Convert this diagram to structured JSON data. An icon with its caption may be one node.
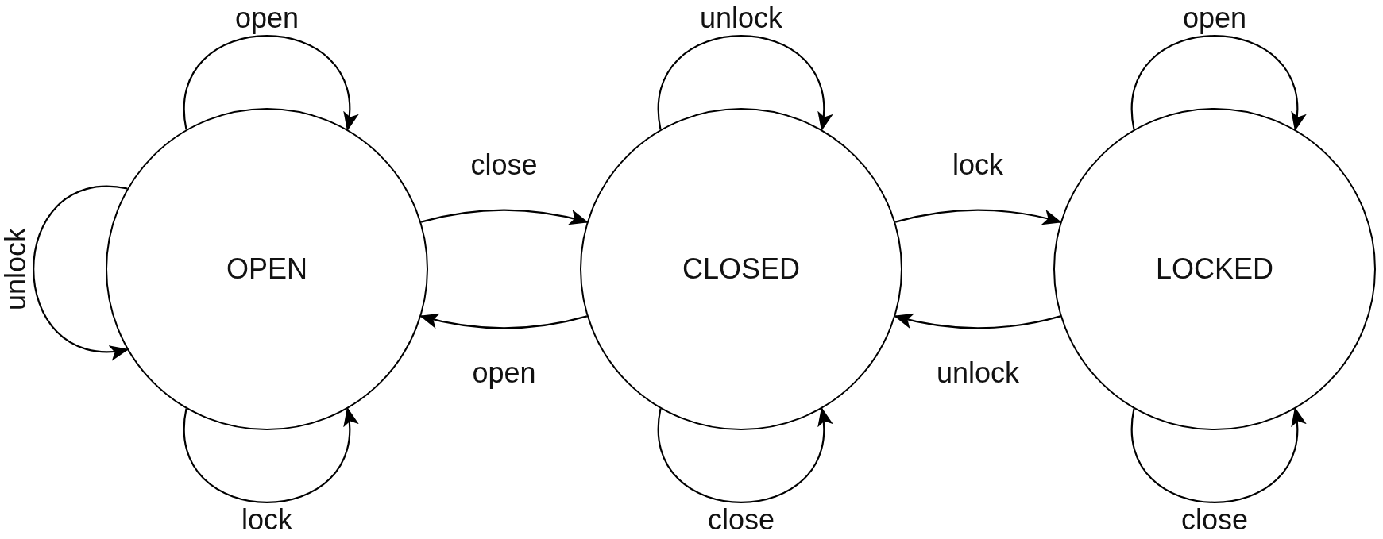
{
  "diagram": {
    "nodes": [
      {
        "text": [
          "OPEN"
        ]
      },
      {
        "text": [
          "CLOSED"
        ]
      },
      {
        "text": [
          "LOCKED"
        ]
      }
    ],
    "edges": [
      {
        "from": 0,
        "to": 0,
        "arrow": "to",
        "label": "open"
      },
      {
        "from": 1,
        "to": 1,
        "arrow": "to",
        "label": "unlock"
      },
      {
        "from": 2,
        "to": 2,
        "arrow": "to",
        "label": "open"
      },
      {
        "from": 0,
        "to": 0,
        "arrow": "to",
        "label": "unlock"
      },
      {
        "from": 0,
        "to": 1,
        "arrow": "to",
        "label": "close"
      },
      {
        "from": 1,
        "to": 2,
        "arrow": "to",
        "label": "lock"
      },
      {
        "from": 1,
        "to": 0,
        "arrow": "to",
        "label": "open"
      },
      {
        "from": 2,
        "to": 1,
        "arrow": "to",
        "label": "unlock"
      },
      {
        "from": 0,
        "to": 0,
        "arrow": "to",
        "label": "lock"
      },
      {
        "from": 1,
        "to": 1,
        "arrow": "to",
        "label": "close"
      },
      {
        "from": 2,
        "to": 2,
        "arrow": "to",
        "label": "close"
      }
    ]
  }
}
